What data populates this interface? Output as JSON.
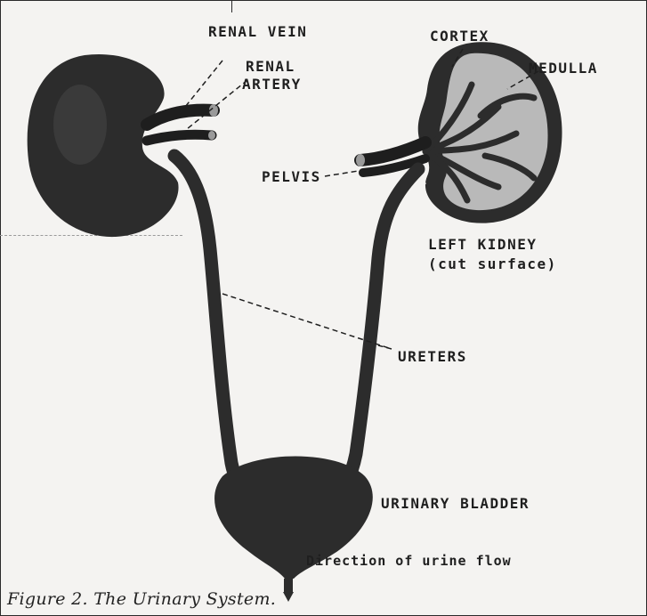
{
  "labels": {
    "renal_vein": "RENAL VEIN",
    "renal_artery_line1": "RENAL",
    "renal_artery_line2": "ARTERY",
    "cortex": "CORTEX",
    "medulla": "MEDULLA",
    "pelvis": "PELVIS",
    "left_kidney_line1": "LEFT KIDNEY",
    "left_kidney_line2": "(cut surface)",
    "ureters": "URETERS",
    "urinary_bladder": "URINARY BLADDER",
    "urine_flow": "Direction of urine flow"
  },
  "caption": "Figure 2. The Urinary System.",
  "colors": {
    "organ_fill": "#2c2c2c",
    "cut_surface": "#b9b9b9",
    "background": "#f4f3f1",
    "ink": "#1f1f1f"
  }
}
